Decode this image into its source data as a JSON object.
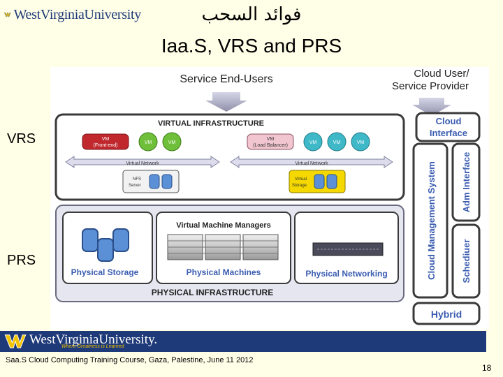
{
  "header": {
    "logo_text": "WestVirginiaUniversity",
    "title_arabic": "فوائد السحب",
    "title": "Iaa.S, VRS and PRS"
  },
  "side_labels": {
    "vrs": "VRS",
    "prs": "PRS"
  },
  "diagram": {
    "service_end_users": "Service End-Users",
    "cloud_user_provider": [
      "Cloud User/",
      "Service Provider"
    ],
    "virtual_infrastructure": "VIRTUAL INFRASTRUCTURE",
    "vm_front_end": [
      "VM",
      "(Front-end)"
    ],
    "vm": "VM",
    "vm_load_balancer": [
      "VM",
      "(Load Balancer)"
    ],
    "virtual_network": "Virtual Network",
    "nfs_server": [
      "NFS",
      "Server"
    ],
    "virtual_storage": [
      "Virtual",
      "Storage"
    ],
    "cloud_interface": [
      "Cloud",
      "Interface"
    ],
    "cloud_management_system": "Cloud Management System",
    "adm_interface": "Adm Interface",
    "scheduler": "Schediuer",
    "virtual_machine_managers": "Virtual Machine Managers",
    "physical_storage": "Physical Storage",
    "physical_machines": "Physical Machines",
    "physical_networking": "Physical Networking",
    "physical_infrastructure": "PHYSICAL INFRASTRUCTURE",
    "hybrid": "Hybrid",
    "colors": {
      "vm_red": "#c0282e",
      "vm_green": "#6fbf3a",
      "vm_teal": "#3fb8c8",
      "storage_yellow": "#f4d800",
      "disk_blue": "#5b8fd6",
      "frame": "#3a3a3a",
      "panel": "#e6e6f0"
    }
  },
  "footer": {
    "logo_text": "WestVirginiaUniversity.",
    "tagline": "Where Greatness is Learned",
    "course_text": "Saa.S Cloud Computing Training Course, Gaza, Palestine, June 11 2012",
    "page_number": "18",
    "band_color": "#1f3a78"
  }
}
